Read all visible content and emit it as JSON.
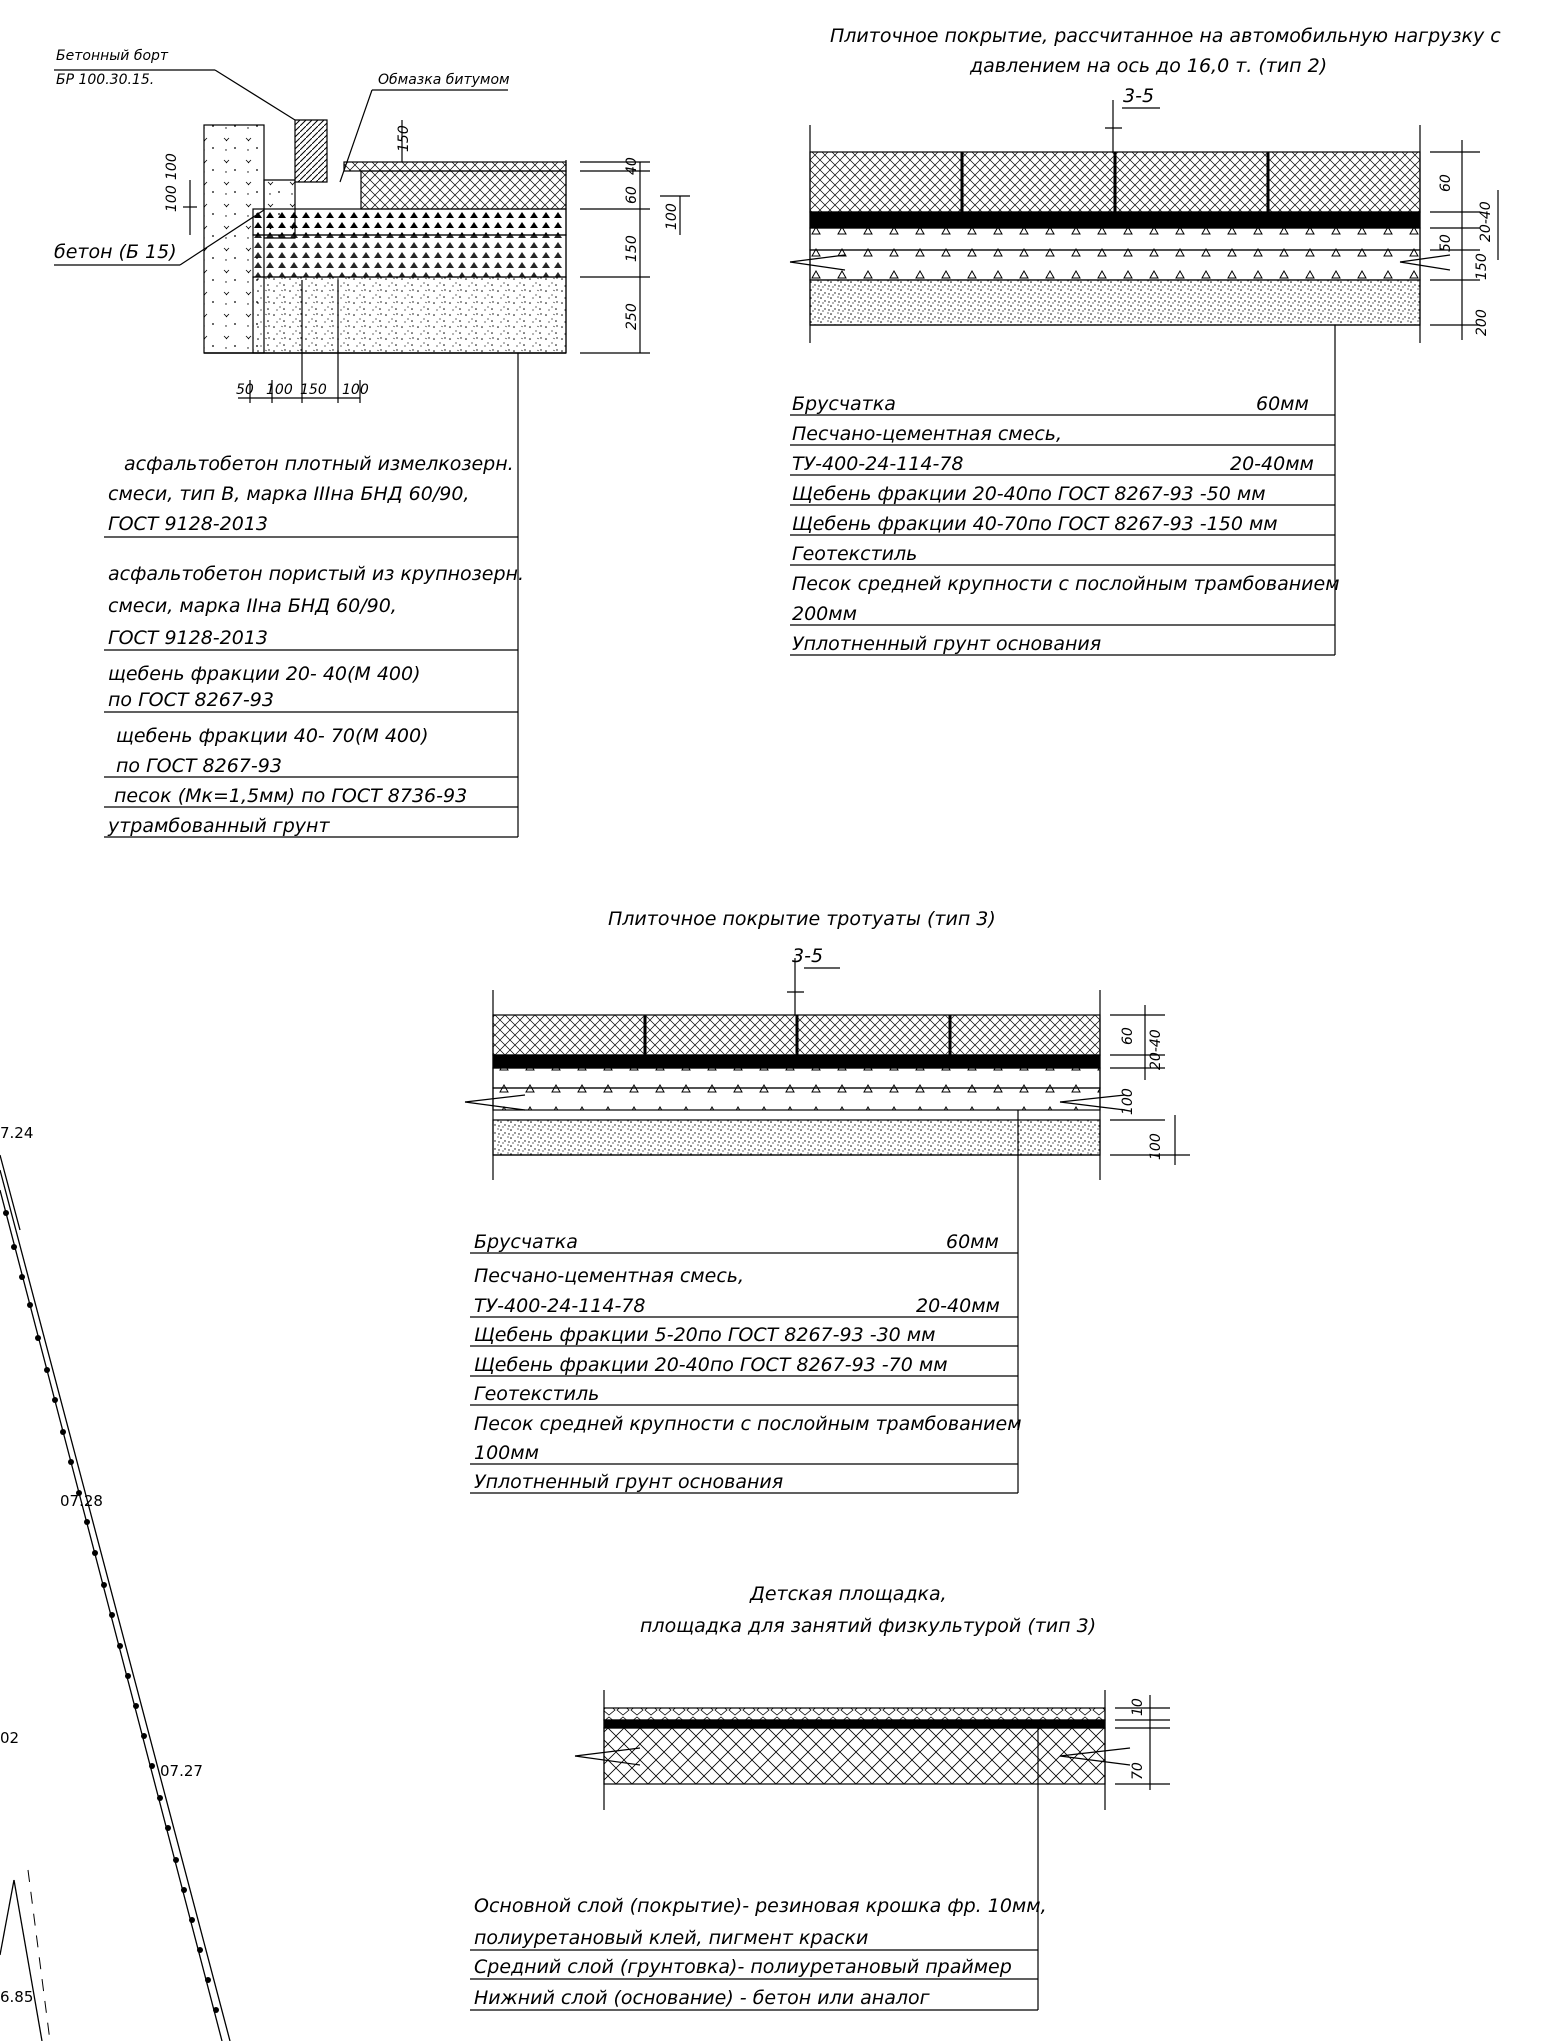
{
  "section1": {
    "label_curb_1": "Бетонный борт",
    "label_curb_2": "БР 100.30.15.",
    "label_bitumen": "Обмазка битумом",
    "label_concrete": "бетон (Б 15)",
    "dims_left": [
      "100",
      "100"
    ],
    "dims_right": [
      "40",
      "60",
      "100",
      "150",
      "250"
    ],
    "dim_150_top": "150",
    "dims_bottom": [
      "50",
      "100",
      "150",
      "100"
    ],
    "legend": [
      [
        "асфальтобетон плотный измелкозерн.",
        "смеси, тип В, марка IIIна БНД 60/90,",
        "ГОСТ 9128-2013"
      ],
      [
        "асфальтобетон пористый из крупнозерн.",
        "смеси, марка IIна БНД 60/90,",
        "ГОСТ 9128-2013"
      ],
      [
        "щебень фракции 20- 40(М 400)",
        "по ГОСТ 8267-93"
      ],
      [
        "щебень фракции 40- 70(М 400)",
        "по ГОСТ 8267-93"
      ],
      [
        "песок (Мк=1,5мм) по ГОСТ 8736-93"
      ],
      [
        "утрамбованный грунт"
      ]
    ]
  },
  "section2": {
    "title_1": "Плиточное покрытие, рассчитанное на автомобильную нагрузку с",
    "title_2": "давлением на ось до 16,0 т. (тип 2)",
    "gap": "3-5",
    "dims": [
      "60",
      "20-40",
      "50",
      "150",
      "200"
    ],
    "legend": [
      {
        "text": "Брусчатка",
        "value": "60мм"
      },
      {
        "text": " Песчано-цементная  смесь,",
        "value": ""
      },
      {
        "text": "ТУ-400-24-114-78",
        "value": "20-40мм"
      },
      {
        "text": "Щебень фракции 20-40по ГОСТ 8267-93    -50  мм",
        "value": ""
      },
      {
        "text": "Щебень фракции 40-70по ГОСТ 8267-93 -150  мм",
        "value": ""
      },
      {
        "text": "Геотекстиль",
        "value": ""
      },
      {
        "text": "Песок средней крупности с послойным трамбованием",
        "value": ""
      },
      {
        "text": "200мм",
        "value": ""
      },
      {
        "text": " Уплотненный грунт основания",
        "value": ""
      }
    ]
  },
  "section3": {
    "title": "Плиточное покрытие тротуаты (тип 3)",
    "gap": "3-5",
    "dims": [
      "60",
      "20-40",
      "100",
      "100"
    ],
    "legend": [
      {
        "text": "Брусчатка",
        "value": "60мм"
      },
      {
        "text": " Песчано-цементная  смесь,",
        "value": ""
      },
      {
        "text": "ТУ-400-24-114-78",
        "value": "20-40мм"
      },
      {
        "text": "Щебень фракции 5-20по ГОСТ 8267-93     -30  мм",
        "value": ""
      },
      {
        "text": "Щебень фракции 20-40по ГОСТ 8267-93    -70  мм",
        "value": ""
      },
      {
        "text": "Геотекстиль",
        "value": ""
      },
      {
        "text": " Песок средней крупности с послойным трамбованием",
        "value": ""
      },
      {
        "text": "100мм",
        "value": ""
      },
      {
        "text": "  Уплотненный грунт основания",
        "value": ""
      }
    ]
  },
  "section4": {
    "title_1": "Детская площадка,",
    "title_2": "площадка для занятий физкультурой (тип 3)",
    "dims": [
      "10",
      "70"
    ],
    "legend": [
      "Основной слой (покрытие)- резиновая крошка фр. 10мм,",
      "полиуретановый клей, пигмент краски",
      "Средний слой (грунтовка)- полиуретановый праймер",
      "Нижний слой (основание)               - бетон или аналог"
    ]
  },
  "map": {
    "labels": [
      "7.24",
      "07.28",
      "02",
      "07.27",
      "6.85"
    ]
  },
  "colors": {
    "ink": "#000000",
    "background": "#ffffff"
  }
}
